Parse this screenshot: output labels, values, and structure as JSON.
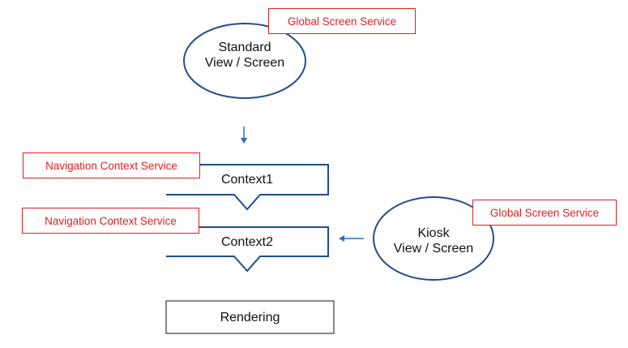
{
  "colors": {
    "service": "#e02020",
    "node_outline": "#1f4e8c",
    "arrow": "#2f6eba",
    "text": "#111111"
  },
  "nodes": {
    "standard_view": {
      "line1": "Standard",
      "line2": "View / Screen"
    },
    "kiosk_view": {
      "line1": "Kiosk",
      "line2": "View / Screen"
    },
    "context1": {
      "label": "Context1"
    },
    "context2": {
      "label": "Context2"
    },
    "rendering": {
      "label": "Rendering"
    }
  },
  "services": {
    "global_screen_top": "Global Screen Service",
    "navigation_context_1": "Navigation Context Service",
    "navigation_context_2": "Navigation Context Service",
    "global_screen_right": "Global Screen Service"
  }
}
